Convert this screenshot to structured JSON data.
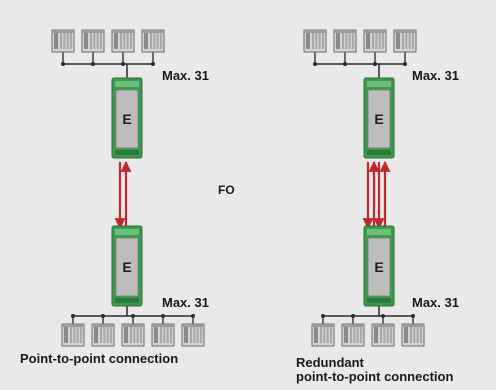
{
  "diagram": {
    "medium_label": "FO",
    "colors": {
      "background": "#e9e9e9",
      "module_green": "#3e9a4f",
      "module_body": "#bdbdbd",
      "fiber": "#c0282f",
      "wire": "#2a2a2a"
    },
    "left": {
      "caption": "Point-to-point connection",
      "top_max_label": "Max. 31",
      "bottom_max_label": "Max. 31",
      "top_module_letter": "E",
      "bottom_module_letter": "E",
      "top_devices_count": 4,
      "bottom_devices_count": 5,
      "fiber_pairs": 1
    },
    "right": {
      "caption_line1": "Redundant",
      "caption_line2": "point-to-point connection",
      "top_max_label": "Max. 31",
      "bottom_max_label": "Max. 31",
      "top_module_letter": "E",
      "bottom_module_letter": "E",
      "top_devices_count": 4,
      "bottom_devices_count": 4,
      "fiber_pairs": 2
    }
  }
}
